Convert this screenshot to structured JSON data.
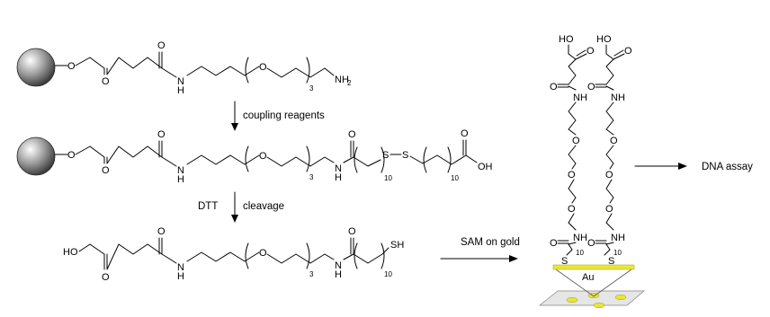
{
  "reagents": {
    "step1": "coupling reagents",
    "step2_left": "DTT",
    "step2_right": "cleavage",
    "step3": "SAM on gold",
    "step4": "DNA assay"
  },
  "atoms": {
    "O": "O",
    "N": "N",
    "H": "H",
    "S": "S",
    "NH": "NH",
    "NH2_main": "NH",
    "NH2_sub": "2",
    "SH": "SH",
    "OH": "OH",
    "HO": "HO",
    "Au": "Au"
  },
  "subscripts": {
    "peg_repeat": "3",
    "alkyl_repeat": "10"
  },
  "colors": {
    "gold": "#e8e43a",
    "gold_dark": "#b5b520",
    "slide": "#e6e6e6",
    "bead_highlight": "#ffffff",
    "bead_shadow": "#4a4a4a"
  }
}
